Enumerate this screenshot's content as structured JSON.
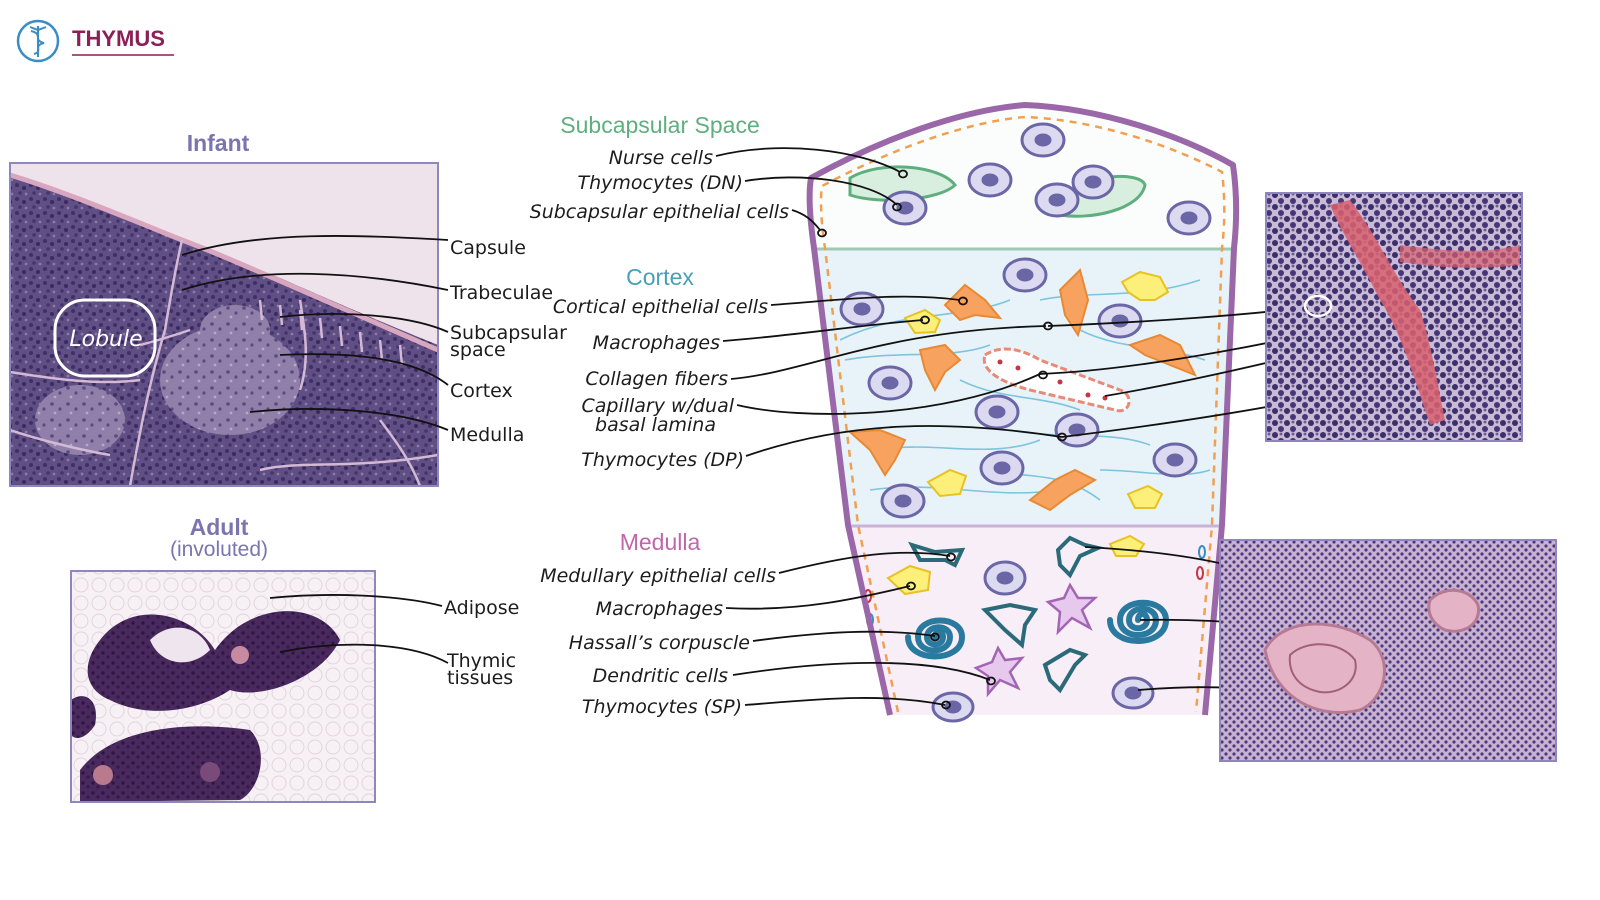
{
  "header": {
    "title": "THYMUS",
    "logo_icon": "caduceus-icon"
  },
  "colors": {
    "title": "#8b1f56",
    "panel_title": "#7a75ae",
    "subcapsular": "#5fae7e",
    "cortex": "#4a9fb5",
    "medulla": "#c166a9",
    "capsule_wall": "#9a67a8"
  },
  "infant": {
    "title": "Infant",
    "lobule_label": "Lobule",
    "labels": [
      "Capsule",
      "Trabeculae",
      "Subcapsular",
      "space",
      "Cortex",
      "Medulla"
    ]
  },
  "adult": {
    "title": "Adult",
    "subtitle": "(involuted)",
    "labels": [
      "Adipose",
      "Thymic",
      "tissues"
    ]
  },
  "diagram": {
    "subcapsular": {
      "title": "Subcapsular Space",
      "labels": [
        "Nurse cells",
        "Thymocytes (DN)",
        "Subcapsular epithelial cells"
      ]
    },
    "cortex": {
      "title": "Cortex",
      "labels": [
        "Cortical epithelial cells",
        "Macrophages",
        "Collagen fibers",
        "Capillary w/dual",
        "basal lamina",
        "Thymocytes (DP)"
      ]
    },
    "medulla": {
      "title": "Medulla",
      "labels": [
        "Medullary epithelial cells",
        "Macrophages",
        "Hassall’s corpuscle",
        "Dendritic cells",
        "Thymocytes (SP)"
      ]
    }
  }
}
